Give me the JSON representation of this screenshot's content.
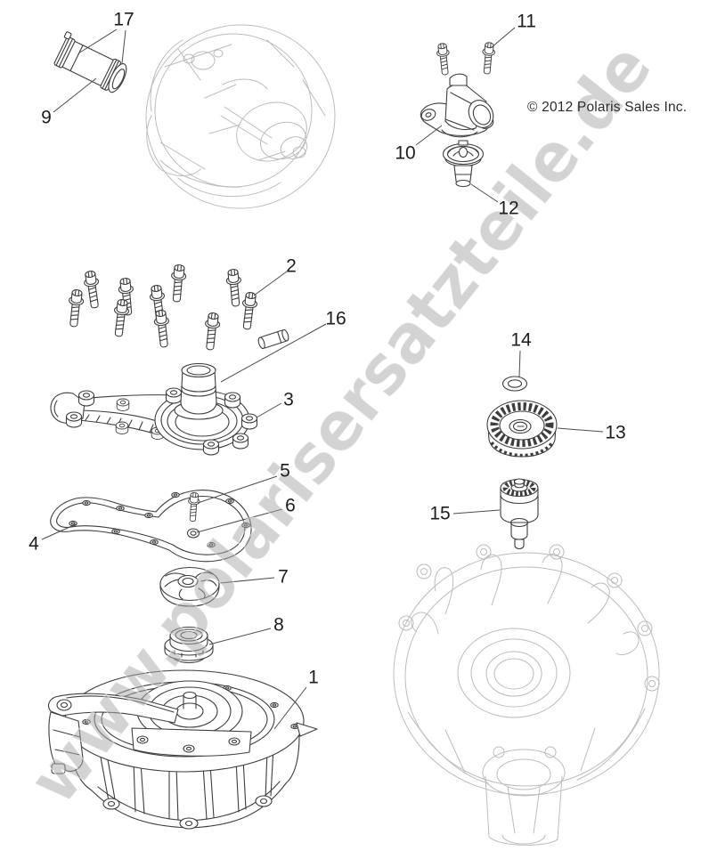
{
  "copyright": "© 2012 Polaris Sales Inc.",
  "watermark": {
    "text": "www.polarisersatzteile.de",
    "color": "#a8a8a8"
  },
  "colors": {
    "line": "#3d3d3d",
    "reference_line": "#bcbcbc",
    "background": "#ffffff"
  },
  "callouts": {
    "c1": {
      "label": "1"
    },
    "c2": {
      "label": "2"
    },
    "c3": {
      "label": "3"
    },
    "c4": {
      "label": "4"
    },
    "c5": {
      "label": "5"
    },
    "c6": {
      "label": "6"
    },
    "c7": {
      "label": "7"
    },
    "c8": {
      "label": "8"
    },
    "c9": {
      "label": "9"
    },
    "c10": {
      "label": "10"
    },
    "c11": {
      "label": "11"
    },
    "c12": {
      "label": "12"
    },
    "c13": {
      "label": "13"
    },
    "c14": {
      "label": "14"
    },
    "c15": {
      "label": "15"
    },
    "c16": {
      "label": "16"
    },
    "c17": {
      "label": "17"
    }
  }
}
